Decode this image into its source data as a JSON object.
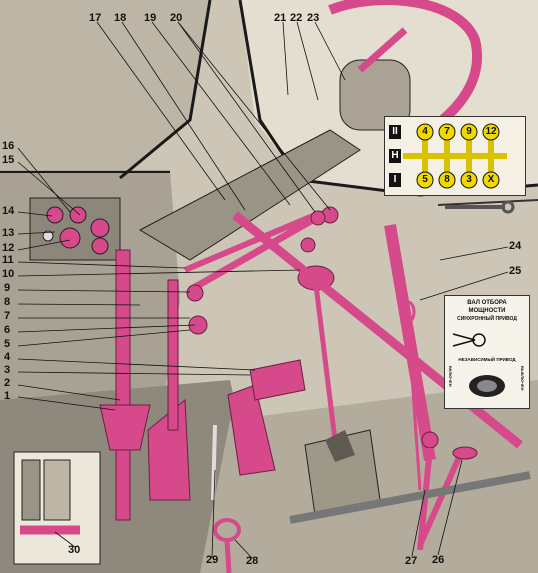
{
  "callouts": [
    {
      "label": "1"
    },
    {
      "label": "2"
    },
    {
      "label": "3"
    },
    {
      "label": "4"
    },
    {
      "label": "5"
    },
    {
      "label": "6"
    },
    {
      "label": "7"
    },
    {
      "label": "8"
    },
    {
      "label": "9"
    },
    {
      "label": "10"
    },
    {
      "label": "11"
    },
    {
      "label": "12"
    },
    {
      "label": "13"
    },
    {
      "label": "14"
    },
    {
      "label": "15"
    },
    {
      "label": "16"
    },
    {
      "label": "17"
    },
    {
      "label": "18"
    },
    {
      "label": "19"
    },
    {
      "label": "20"
    },
    {
      "label": "21"
    },
    {
      "label": "22"
    },
    {
      "label": "23"
    },
    {
      "label": "24"
    },
    {
      "label": "25"
    },
    {
      "label": "26"
    },
    {
      "label": "27"
    },
    {
      "label": "28"
    },
    {
      "label": "29"
    },
    {
      "label": "30"
    }
  ],
  "gear_diagram": {
    "range_labels": [
      "II",
      "H",
      "I"
    ],
    "top_gears": [
      "4",
      "7",
      "9",
      "12"
    ],
    "bottom_gears": [
      "5",
      "8",
      "3",
      "X"
    ]
  },
  "pto_panel": {
    "title_line1": "ВАЛ ОТБОРА",
    "title_line2": "МОЩНОСТИ",
    "sync_label": "СИНХРОННЫЙ ПРИВОД",
    "indep_label": "НЕЗАВИСИМЫЙ ПРИВОД",
    "side_left": "ВКЛЮЧЕН",
    "side_right": "ВЫКЛЮЧЕН"
  },
  "colors": {
    "magenta": "#d6498a",
    "magenta_dark": "#a8306a",
    "background": "#cfc8ba",
    "line": "#1a1a1a"
  }
}
